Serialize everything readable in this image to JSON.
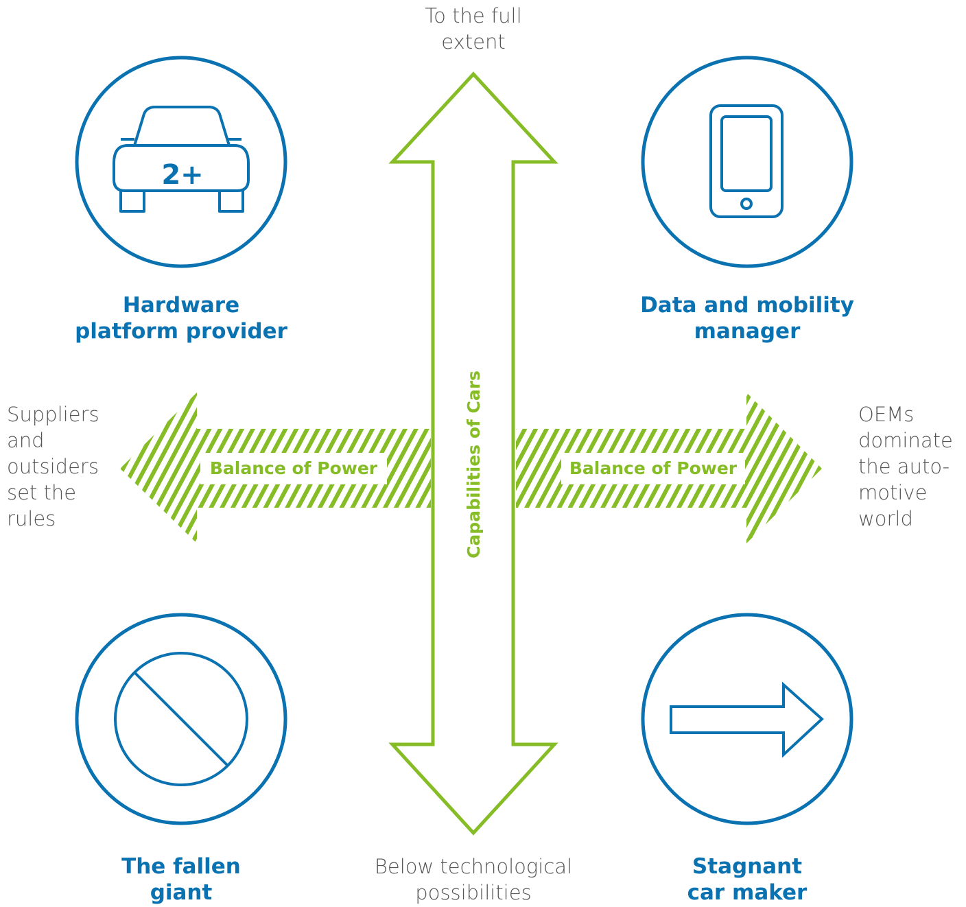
{
  "axes": {
    "vertical": {
      "label": "Capabilities of Cars",
      "top_label": "To the full\nextent",
      "bottom_label": "Below technological\npossibilities"
    },
    "horizontal": {
      "left_label": "Balance of Power",
      "right_label": "Balance of Power",
      "left_end_text": "Suppliers\nand\noutsiders\nset the\nrules",
      "right_end_text": "OEMs\ndominate\nthe auto-\nmotive\nworld"
    }
  },
  "quadrants": {
    "top_left": {
      "title": "Hardware\nplatform provider",
      "icon": "car-icon",
      "icon_text": "2+"
    },
    "top_right": {
      "title": "Data and mobility\nmanager",
      "icon": "smartphone-icon"
    },
    "bottom_left": {
      "title": "The fallen\ngiant",
      "icon": "prohibited-icon"
    },
    "bottom_right": {
      "title": "Stagnant\ncar maker",
      "icon": "arrow-right-icon"
    }
  },
  "colors": {
    "blue": "#0a72b0",
    "green": "#86bc25",
    "gray": "#555555"
  }
}
